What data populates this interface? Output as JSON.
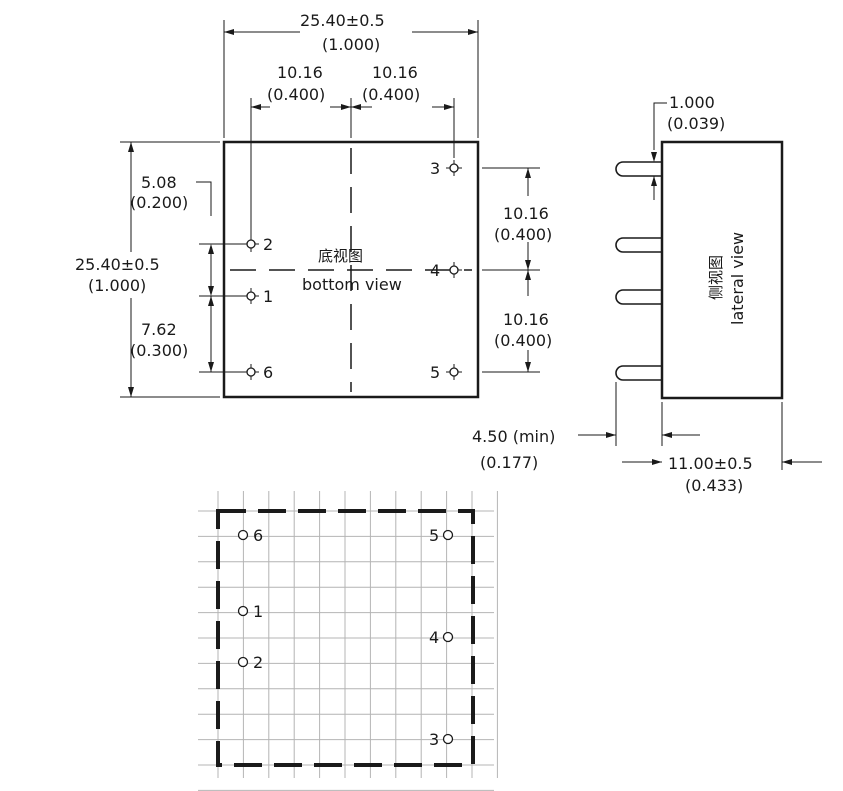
{
  "bottom_view": {
    "title_cn": "底视图",
    "title_en": "bottom view",
    "width_dim": "25.40±0.5",
    "width_dim_in": "(1.000)",
    "left_pitch": "10.16",
    "left_pitch_in": "(0.400)",
    "right_pitch": "10.16",
    "right_pitch_in": "(0.400)",
    "height_dim": "25.40±0.5",
    "height_dim_in": "(1.000)",
    "offset_dim": "5.08",
    "offset_dim_in": "(0.200)",
    "lower_dim": "7.62",
    "lower_dim_in": "(0.300)",
    "upper_right_dim": "10.16",
    "upper_right_dim_in": "(0.400)",
    "lower_right_dim": "10.16",
    "lower_right_dim_in": "(0.400)",
    "pins": [
      {
        "label": "2"
      },
      {
        "label": "1"
      },
      {
        "label": "6"
      },
      {
        "label": "3"
      },
      {
        "label": "4"
      },
      {
        "label": "5"
      }
    ]
  },
  "lateral_view": {
    "title_cn": "侧视图",
    "title_en": "lateral view",
    "pin_dim": "1.000",
    "pin_dim_in": "(0.039)",
    "min_dim": "4.50 (min)",
    "min_dim_in": "(0.177)",
    "depth_dim": "11.00±0.5",
    "depth_dim_in": "(0.433)"
  },
  "footprint": {
    "pins": [
      {
        "label": "6"
      },
      {
        "label": "1"
      },
      {
        "label": "2"
      },
      {
        "label": "5"
      },
      {
        "label": "4"
      },
      {
        "label": "3"
      }
    ]
  }
}
